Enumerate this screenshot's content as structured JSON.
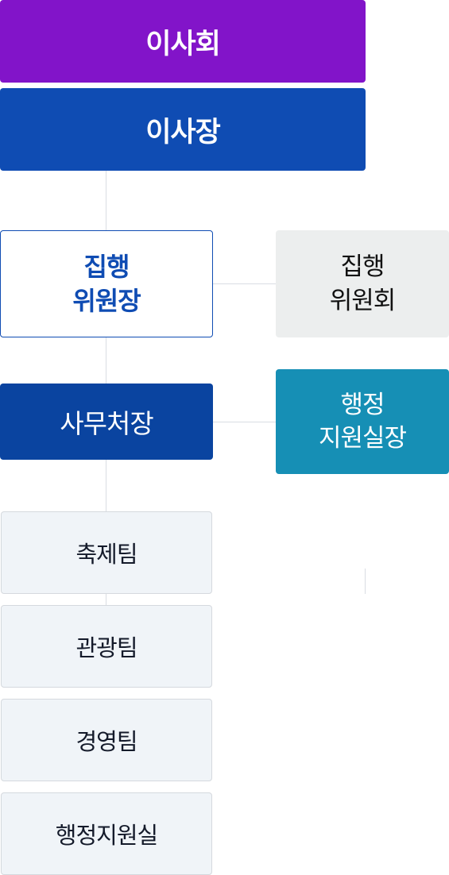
{
  "chart": {
    "board": "이사회",
    "chairman": "이사장",
    "executive_chair": "집행\n위원장",
    "executive_committee": "집행\n위원회",
    "secretary_general": "사무처장",
    "admin_support_office": "행정\n지원실장",
    "teams": [
      "축제팀",
      "관광팀",
      "경영팀",
      "행정지원실"
    ]
  },
  "colors": {
    "board": "#8214c9",
    "chairman": "#0f4cb3",
    "executive_chair_border": "#0f4cb3",
    "executive_committee": "#eceeee",
    "secretary_general": "#0a44a0",
    "admin_support_office": "#168fb5",
    "team": "#f0f4f8",
    "connector": "#d9dde3"
  }
}
